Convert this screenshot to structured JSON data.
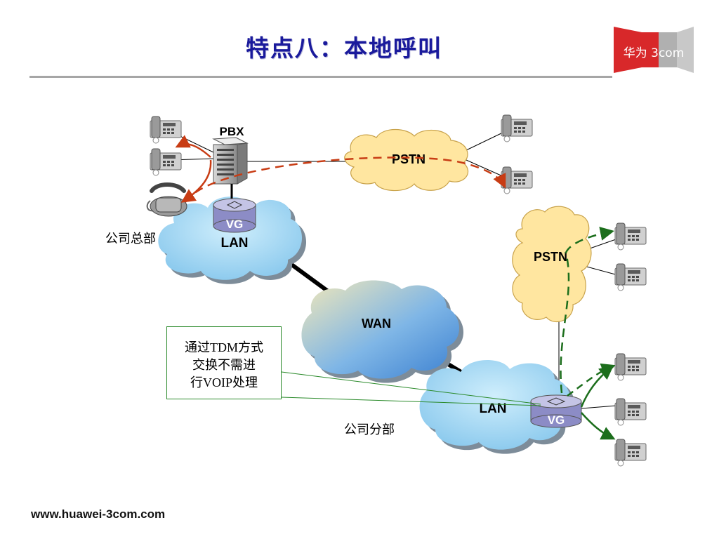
{
  "title": "特点八：本地呼叫",
  "logo": {
    "text": "华为 3com",
    "color": "#d8282a"
  },
  "footer": "www.huawei-3com.com",
  "nodes": {
    "pbx": "PBX",
    "pstn_top": "PSTN",
    "pstn_right": "PSTN",
    "lan_hq": "LAN",
    "vg_hq": "VG",
    "wan": "WAN",
    "lan_branch": "LAN",
    "vg_branch": "VG"
  },
  "sites": {
    "hq": "公司总部",
    "branch": "公司分部"
  },
  "callout": {
    "lines": [
      "通过TDM方式",
      "交换不需进",
      "行VOIP处理"
    ]
  },
  "colors": {
    "title": "#1a1a9c",
    "red_path": "#c83c14",
    "green_path": "#1c6e1c",
    "cloud_blue": "#8ecbee",
    "cloud_pstn": "#ffe6a0",
    "vg": "#9999cc"
  }
}
